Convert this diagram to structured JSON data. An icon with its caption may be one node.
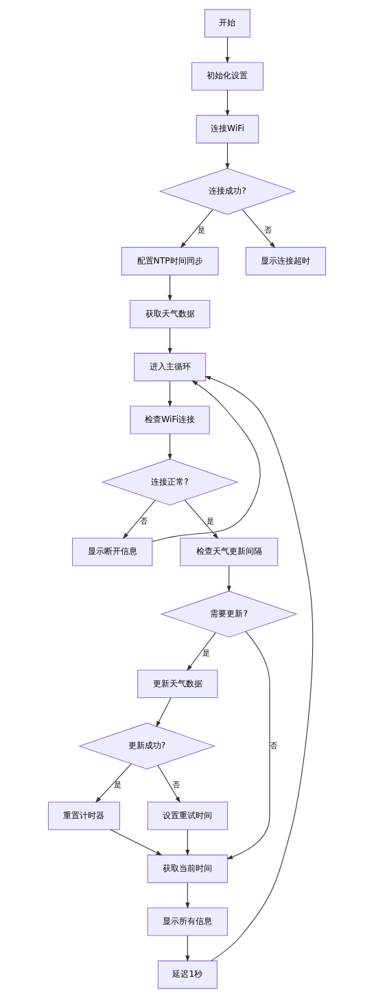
{
  "diagram": {
    "nodes": [
      {
        "text": [
          "开始"
        ]
      },
      {
        "text": [
          "初始化设置"
        ]
      },
      {
        "text": [
          "连接WiFi"
        ]
      },
      {
        "text": [
          "连接成功?"
        ]
      },
      {
        "text": [
          "配置NTP时间同步"
        ]
      },
      {
        "text": [
          "显示连接超时"
        ]
      },
      {
        "text": [
          "获取天气数据"
        ]
      },
      {
        "text": [
          "进入主循环"
        ]
      },
      {
        "text": [
          "检查WiFi连接"
        ]
      },
      {
        "text": [
          "连接正常?"
        ]
      },
      {
        "text": [
          "显示断开信息"
        ]
      },
      {
        "text": [
          "检查天气更新间隔"
        ]
      },
      {
        "text": [
          "需要更新?"
        ]
      },
      {
        "text": [
          "更新天气数据"
        ]
      },
      {
        "text": [
          "更新成功?"
        ]
      },
      {
        "text": [
          "重置计时器"
        ]
      },
      {
        "text": [
          "设置重试时间"
        ]
      },
      {
        "text": [
          "获取当前时间"
        ]
      },
      {
        "text": [
          "显示所有信息"
        ]
      },
      {
        "text": [
          "延迟1秒"
        ]
      }
    ],
    "edges": [
      {
        "from": 0,
        "to": 1,
        "arrow": "to"
      },
      {
        "from": 1,
        "to": 2,
        "arrow": "to"
      },
      {
        "from": 2,
        "to": 3,
        "arrow": "to"
      },
      {
        "from": 3,
        "to": 4,
        "arrow": "to",
        "label": "是"
      },
      {
        "from": 3,
        "to": 5,
        "arrow": "to",
        "label": "否"
      },
      {
        "from": 4,
        "to": 6,
        "arrow": "to"
      },
      {
        "from": 6,
        "to": 7,
        "arrow": "to"
      },
      {
        "from": 7,
        "to": 8,
        "arrow": "to"
      },
      {
        "from": 8,
        "to": 9,
        "arrow": "to"
      },
      {
        "from": 9,
        "to": 10,
        "arrow": "to",
        "label": "否"
      },
      {
        "from": 9,
        "to": 11,
        "arrow": "to",
        "label": "是"
      },
      {
        "from": 10,
        "to": 7,
        "arrow": "to"
      },
      {
        "from": 11,
        "to": 12,
        "arrow": "to"
      },
      {
        "from": 12,
        "to": 13,
        "arrow": "to",
        "label": "是"
      },
      {
        "from": 12,
        "to": 17,
        "arrow": "to",
        "label": "否"
      },
      {
        "from": 13,
        "to": 14,
        "arrow": "to"
      },
      {
        "from": 14,
        "to": 15,
        "arrow": "to",
        "label": "是"
      },
      {
        "from": 14,
        "to": 16,
        "arrow": "to",
        "label": "否"
      },
      {
        "from": 15,
        "to": 17,
        "arrow": "to"
      },
      {
        "from": 16,
        "to": 17,
        "arrow": "to"
      },
      {
        "from": 17,
        "to": 18,
        "arrow": "to"
      },
      {
        "from": 18,
        "to": 19,
        "arrow": "to"
      },
      {
        "from": 19,
        "to": 7,
        "arrow": "to"
      }
    ]
  }
}
